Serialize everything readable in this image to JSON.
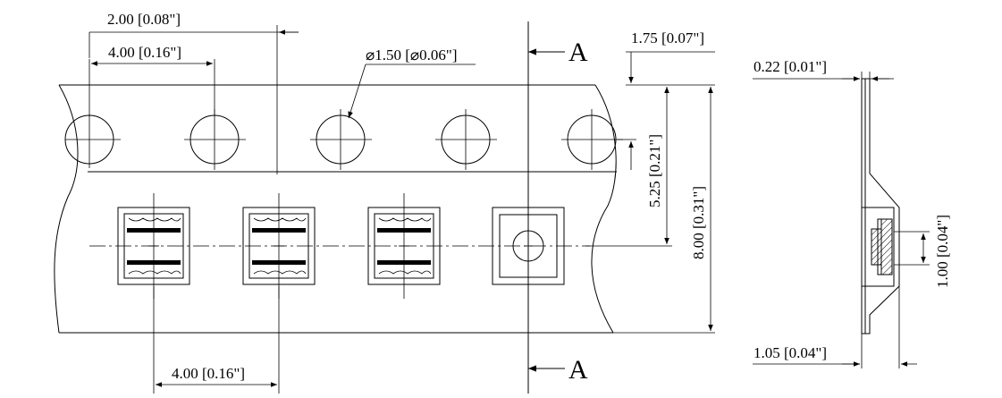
{
  "dimensions": {
    "top_pitch_small": "2.00 [0.08\"]",
    "sprocket_pitch": "4.00 [0.16\"]",
    "hole_diameter": "⌀1.50 [⌀0.06\"]",
    "edge_to_hole": "1.75 [0.07\"]",
    "hole_to_pocket": "5.25 [0.21\"]",
    "tape_width": "8.00 [0.31\"]",
    "pocket_pitch": "4.00 [0.16\"]",
    "tape_thickness": "0.22 [0.01\"]",
    "pocket_depth": "1.05 [0.04\"]",
    "component_height": "1.00 [0.04\"]"
  },
  "section": {
    "top_label": "A",
    "bottom_label": "A"
  }
}
